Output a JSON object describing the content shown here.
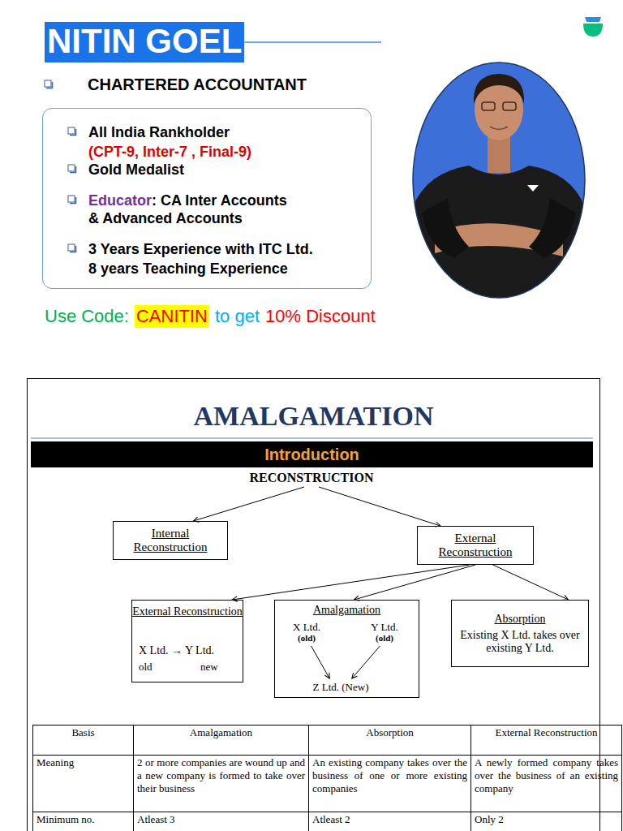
{
  "diagram": {
    "title": "NITIN GOEL",
    "nodes": [
      {
        "text": [
          "All India Rankholder",
          "(CPT-9, Inter-7 , Final-9)",
          "Gold Medalist",
          "Educator",
          ": CA Inter Accounts & Advanced Accounts",
          "3 Years Experience with ITC Ltd.",
          "8 years Teaching Experience"
        ]
      },
      {
        "text": [
          "AMALGAMATION"
        ]
      },
      {
        "text": [
          "Introduction"
        ],
        "in": 1
      },
      {
        "text": [
          "RECONSTRUCTION"
        ],
        "in": 1
      },
      {
        "text": [
          "Internal Reconstruction"
        ],
        "in": 1
      },
      {
        "text": [
          "External Reconstruction"
        ],
        "in": 1
      },
      {
        "text": [
          "External Reconstruction",
          "X Ltd. → Y Ltd.",
          "old",
          "new"
        ],
        "in": 1
      },
      {
        "text": [
          "Amalgamation"
        ],
        "in": 1
      },
      {
        "text": [
          "X Ltd.",
          "(old)"
        ],
        "in": 7
      },
      {
        "text": [
          "Y Ltd.",
          "(old)"
        ],
        "in": 7
      },
      {
        "text": [
          "Z Ltd. (New)"
        ],
        "in": 7
      },
      {
        "text": [
          "Absorption",
          "Existing X Ltd. takes over existing Y Ltd."
        ],
        "in": 1
      }
    ],
    "edges": [
      {
        "from": 3,
        "to": 4,
        "arrow": "to"
      },
      {
        "from": 3,
        "to": 5,
        "arrow": "to"
      },
      {
        "from": 5,
        "to": 6,
        "arrow": "to"
      },
      {
        "from": 5,
        "to": 7,
        "arrow": "to"
      },
      {
        "from": 5,
        "to": 11,
        "arrow": "to"
      },
      {
        "from": 8,
        "to": 10,
        "arrow": "to"
      },
      {
        "from": 9,
        "to": 10,
        "arrow": "to"
      }
    ],
    "labels": [
      "CHARTERED ACCOUNTANT",
      "Use Code:",
      "CANITIN",
      "to get",
      "10% Discount",
      "Basis",
      "Amalgamation",
      "Absorption",
      "External Reconstruction",
      "Meaning",
      "2 or more companies are wound up and a new company is formed to take over their business",
      "An existing company takes over the business of one or more existing companies",
      "A newly formed company takes over the business of an existing company",
      "Minimum no.",
      "Atleast 3",
      "Atleast 2",
      "Only 2"
    ]
  }
}
